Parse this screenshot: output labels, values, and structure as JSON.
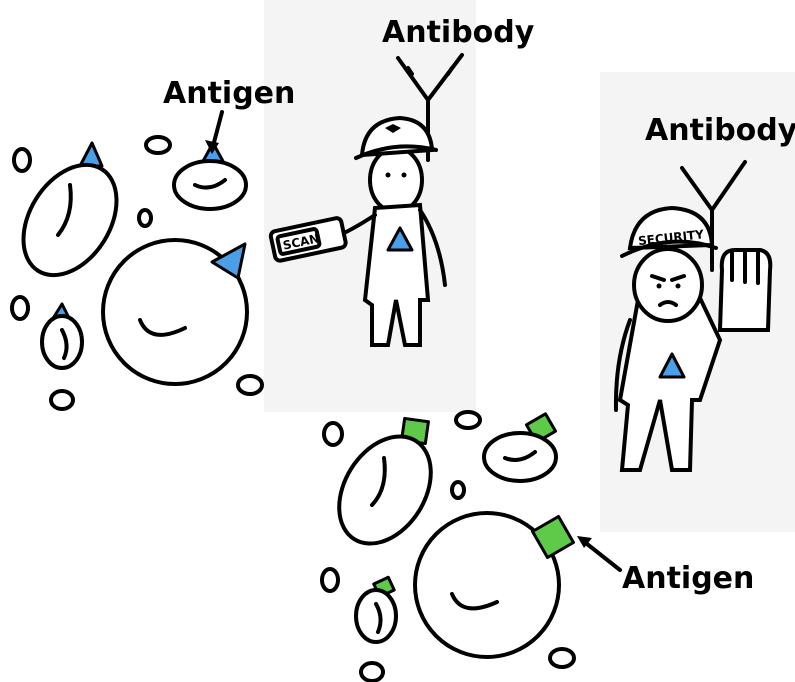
{
  "labels": {
    "antigen_top": "Antigen",
    "antibody_top": "Antibody",
    "antibody_right": "Antibody",
    "antigen_bottom": "Antigen"
  },
  "signs": {
    "scanner": "SCAN",
    "cap": "SECURITY"
  },
  "colors": {
    "antigen_triangle": "#4a9fe8",
    "antigen_square": "#5fc94a",
    "panel_background": "#f4f4f4"
  },
  "icons": {
    "guard_top": "scanner-guard-icon",
    "guard_right": "stop-hand-guard-icon"
  }
}
